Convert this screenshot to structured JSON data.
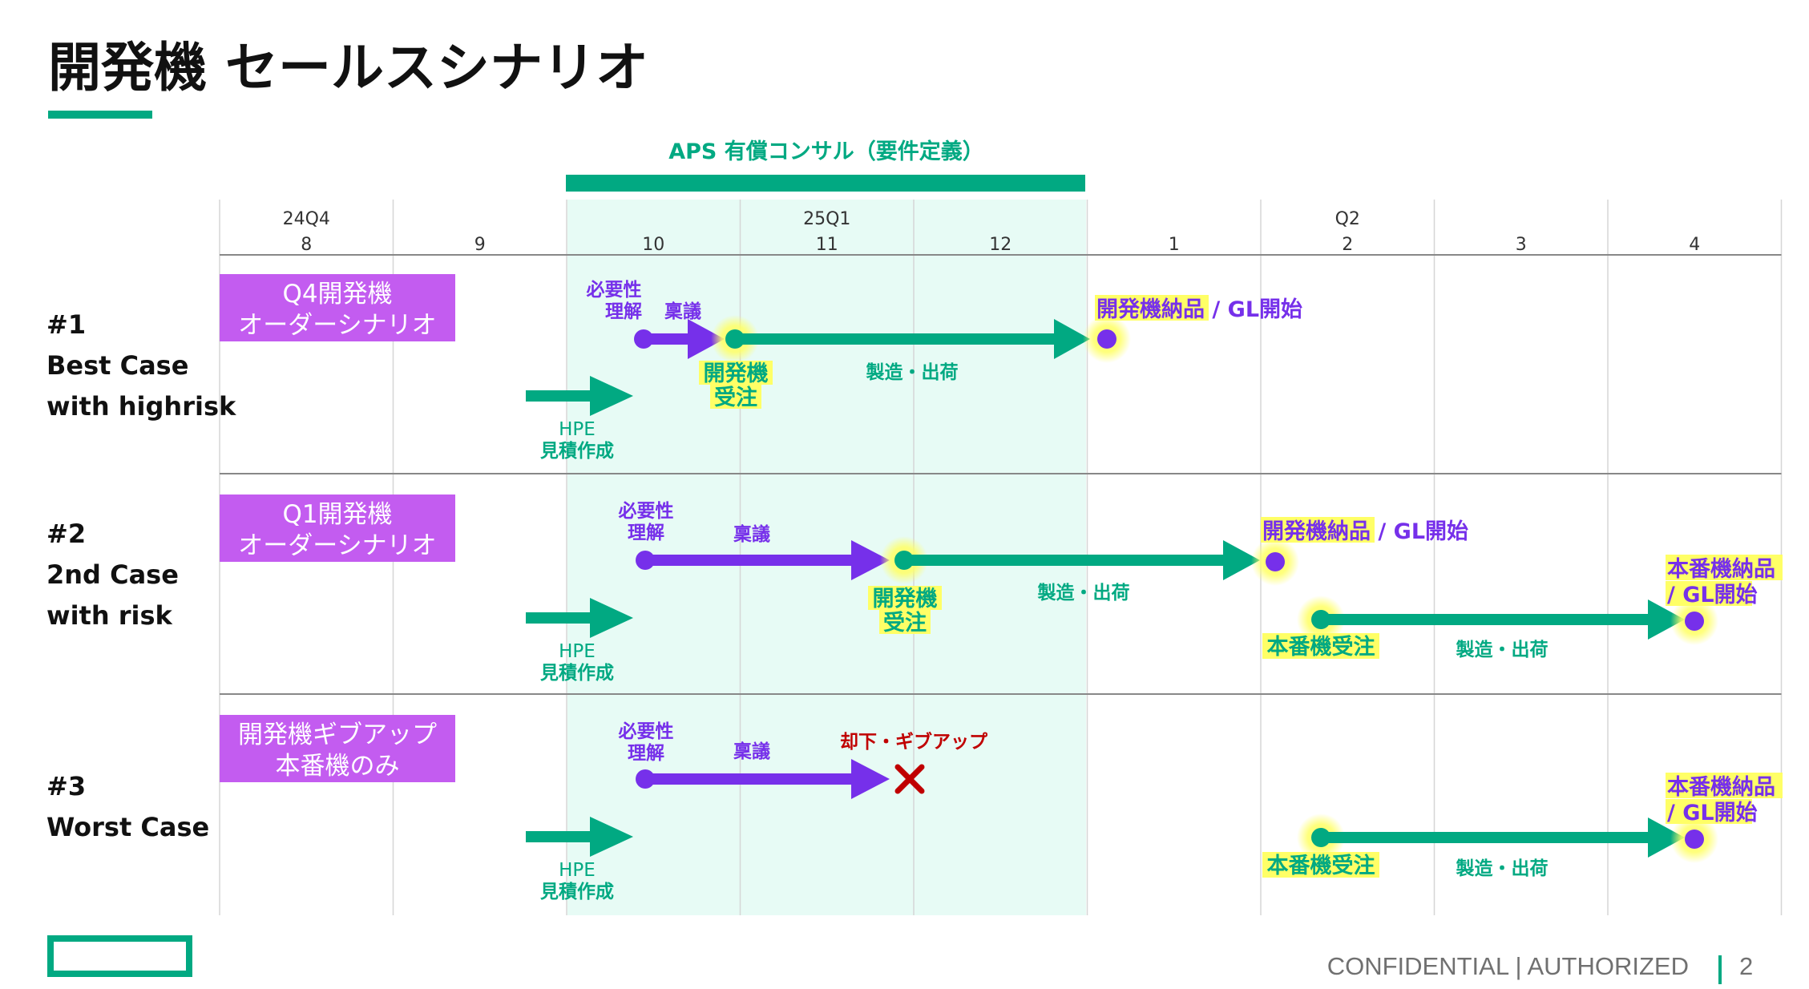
{
  "title": "開発機 セールスシナリオ",
  "colors": {
    "green": "#01a982",
    "purple": "#7630ea",
    "magenta": "#c35cf0",
    "highlight": "#ffff66",
    "band": "#e7fbf5",
    "red": "#c00000",
    "text": "#111111"
  },
  "consult_label": "APS 有償コンサル（要件定義）",
  "timeline": {
    "quarters": [
      "24Q4",
      "25Q1",
      "Q2"
    ],
    "months": [
      "8",
      "9",
      "10",
      "11",
      "12",
      "1",
      "2",
      "3",
      "4"
    ]
  },
  "scenarios": [
    {
      "id": "#1",
      "name_line1": "Best Case",
      "name_line2": "with highrisk",
      "tag_line1": "Q4開発機",
      "tag_line2": "オーダーシナリオ",
      "need_line1": "必要性",
      "need_line2": "理解",
      "ringi": "稟議",
      "order_line1": "開発機",
      "order_line2": "受注",
      "mfg": "製造・出荷",
      "delivery_hl": "開発機納品",
      "delivery_rest": " / GL開始",
      "hpe_line1": "HPE",
      "hpe_line2": "見積作成"
    },
    {
      "id": "#2",
      "name_line1": "2nd Case",
      "name_line2": "with risk",
      "tag_line1": "Q1開発機",
      "tag_line2": "オーダーシナリオ",
      "need_line1": "必要性",
      "need_line2": "理解",
      "ringi": "稟議",
      "order_line1": "開発機",
      "order_line2": "受注",
      "mfg": "製造・出荷",
      "delivery_hl": "開発機納品",
      "delivery_rest": " / GL開始",
      "hpe_line1": "HPE",
      "hpe_line2": "見積作成",
      "prod_order": "本番機受注",
      "prod_mfg": "製造・出荷",
      "prod_delivery_line1": "本番機納品",
      "prod_delivery_line2": "/ GL開始"
    },
    {
      "id": "#3",
      "name_line1": "Worst Case",
      "tag_line1": "開発機ギブアップ",
      "tag_line2": "本番機のみ",
      "need_line1": "必要性",
      "need_line2": "理解",
      "ringi": "稟議",
      "reject": "却下・ギブアップ",
      "hpe_line1": "HPE",
      "hpe_line2": "見積作成",
      "prod_order": "本番機受注",
      "prod_mfg": "製造・出荷",
      "prod_delivery_line1": "本番機納品",
      "prod_delivery_line2": "/ GL開始"
    }
  ],
  "footer": {
    "confidential": "CONFIDENTIAL | AUTHORIZED",
    "page": "2"
  }
}
